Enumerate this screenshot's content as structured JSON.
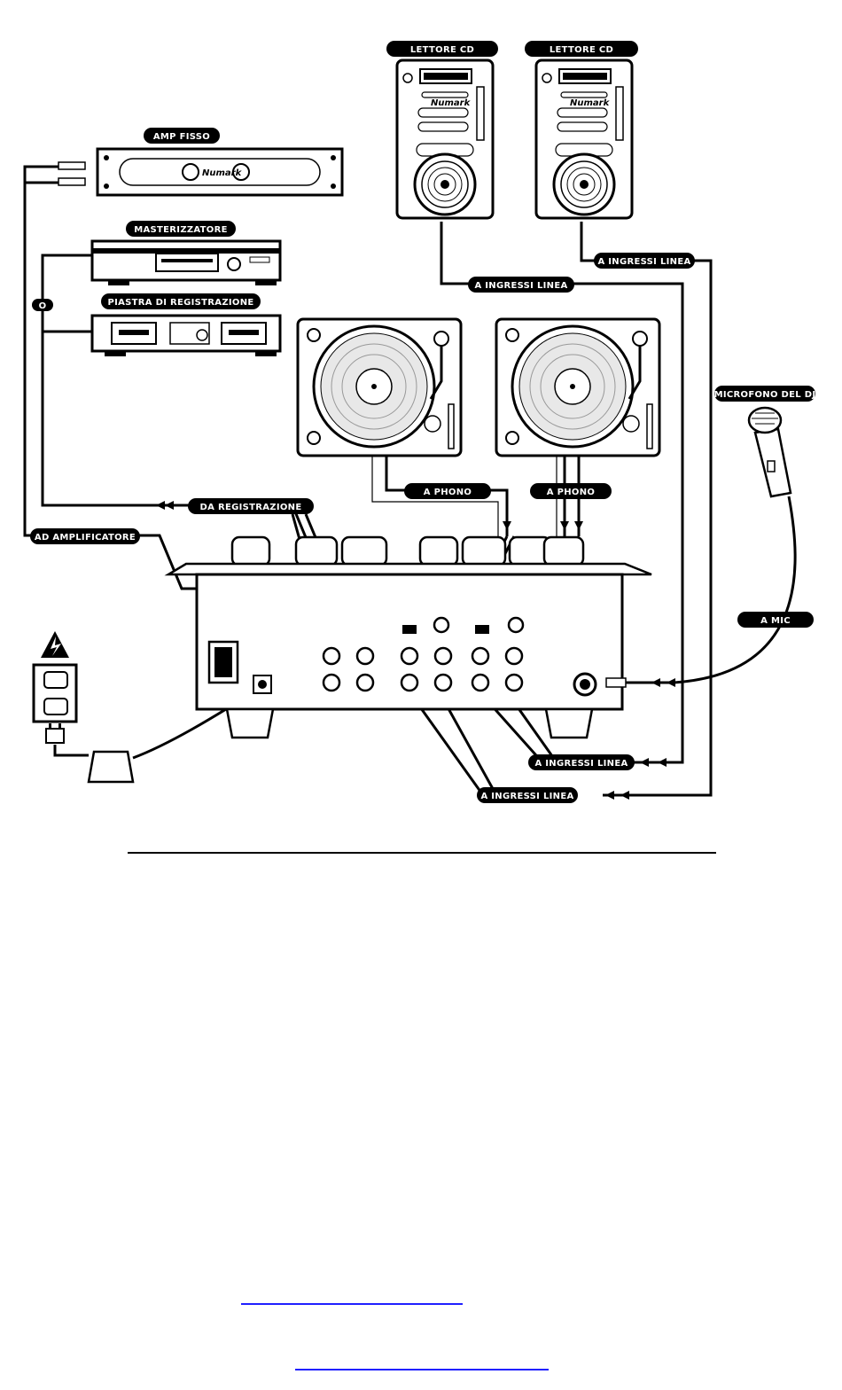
{
  "labels": {
    "cd_player_1": "LETTORE CD",
    "cd_player_2": "LETTORE CD",
    "fixed_amp": "AMP FISSO",
    "cd_burner": "MASTERIZZATORE",
    "tape_deck": "PIASTRA DI REGISTRAZIONE",
    "or_marker": "O",
    "line_inputs_top_right": "A INGRESSI  LINEA",
    "line_inputs_top_center": "A INGRESSI  LINEA",
    "dj_microphone": "MICROFONO DEL DJ",
    "phono_left": "A PHONO",
    "phono_right": "A PHONO",
    "from_recording": "DA REGISTRAZIONE",
    "to_amplifier": "AD AMPLIFICATORE",
    "to_mic": "A MIC",
    "line_inputs_bottom_1": "A INGRESSI  LINEA",
    "line_inputs_bottom_2": "A INGRESSI  LINEA"
  },
  "brand": "Numark",
  "colors": {
    "ink": "#000000",
    "paper": "#ffffff",
    "link": "#2020ff"
  },
  "icons": {
    "warning": "lightning-warning-icon",
    "outlet": "wall-outlet-icon",
    "plug": "power-plug-icon",
    "adapter": "power-adapter-icon",
    "microphone": "microphone-icon"
  }
}
